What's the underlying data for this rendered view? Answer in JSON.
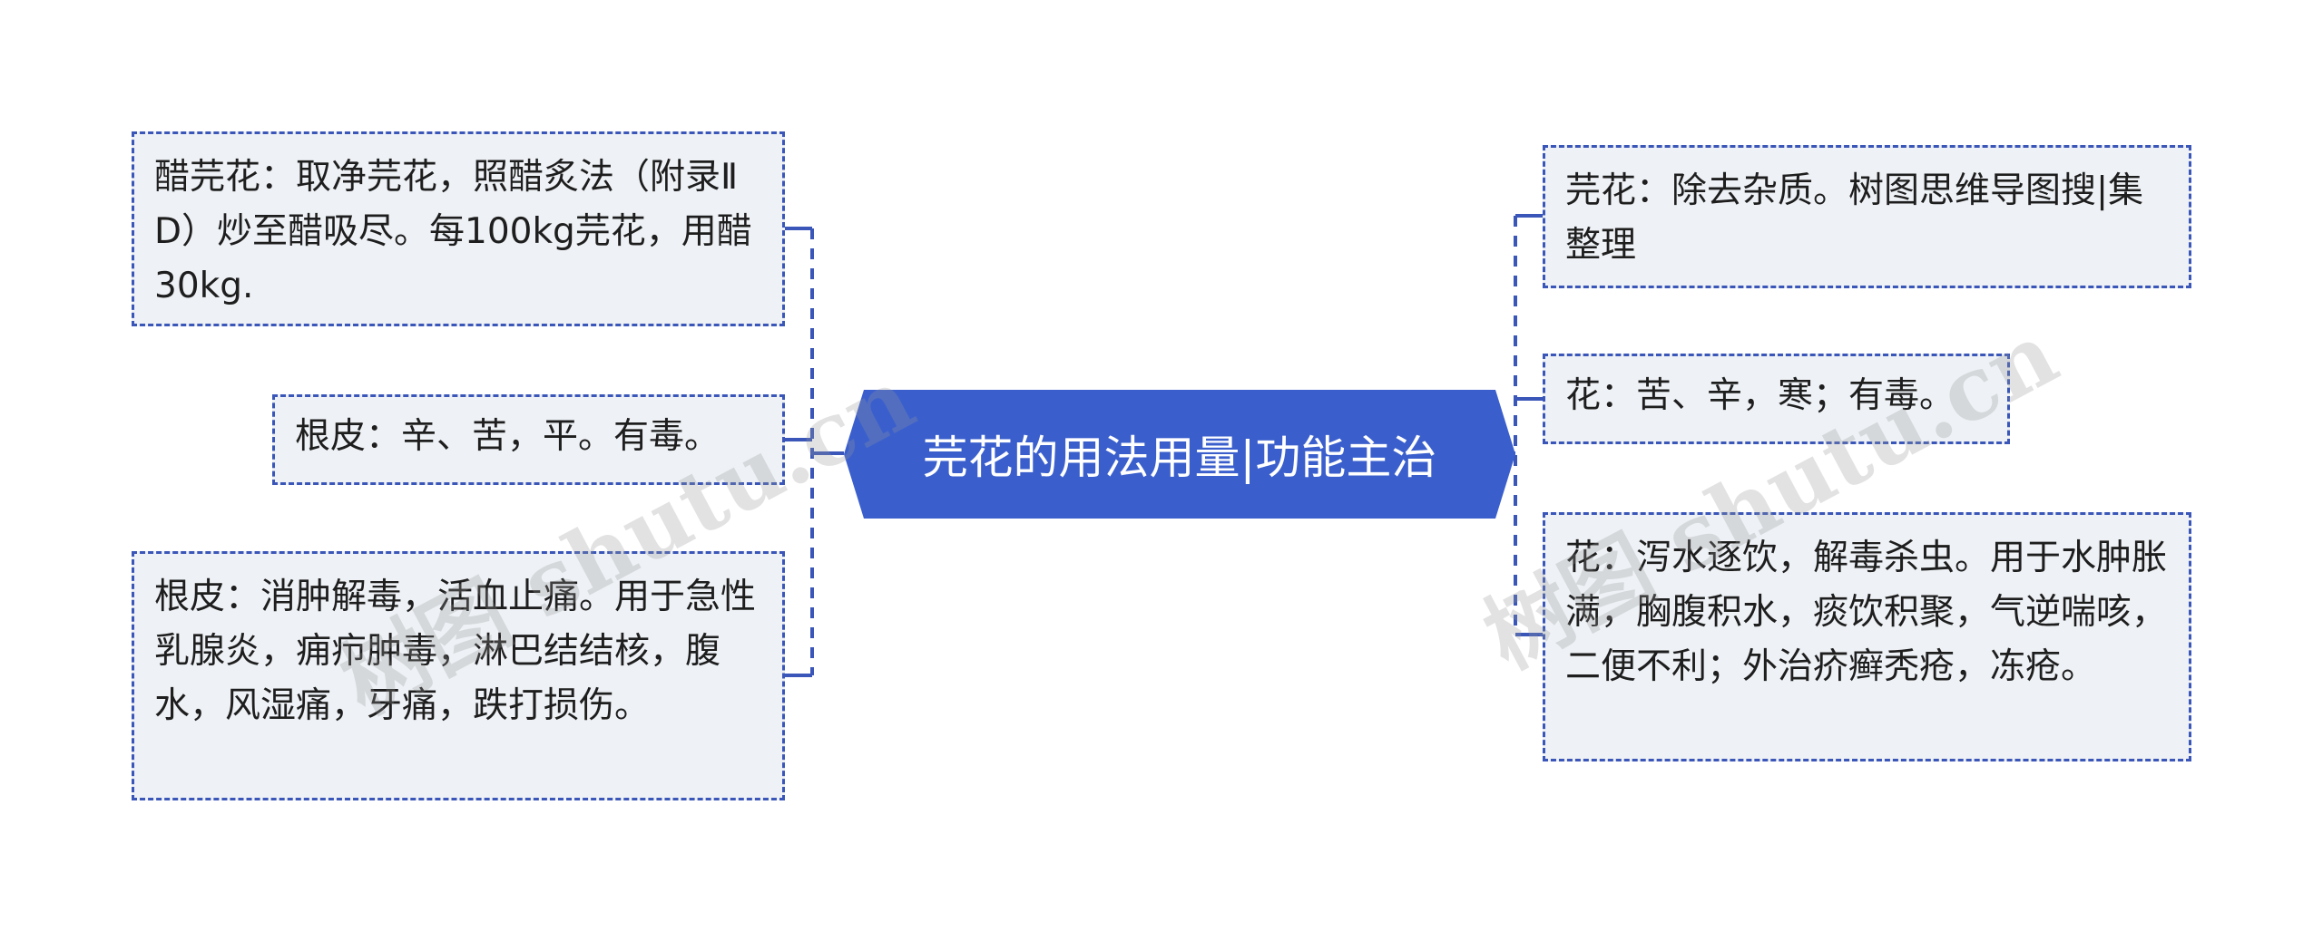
{
  "root": {
    "label": "芫花的用法用量|功能主治"
  },
  "left_nodes": [
    {
      "text": "醋芫花：取净芫花，照醋炙法（附录Ⅱ D）炒至醋吸尽。每100kg芫花，用醋30kg."
    },
    {
      "text": "根皮：辛、苦，平。有毒。"
    },
    {
      "text": "根皮：消肿解毒，活血止痛。用于急性乳腺炎，痈疖肿毒，淋巴结结核，腹水，风湿痛，牙痛，跌打损伤。"
    }
  ],
  "right_nodes": [
    {
      "text": "芫花：除去杂质。树图思维导图搜|集整理"
    },
    {
      "text": "花：苦、辛，寒；有毒。"
    },
    {
      "text": "花：泻水逐饮，解毒杀虫。用于水肿胀满，胸腹积水，痰饮积聚，气逆喘咳，二便不利；外治疥癣秃疮，冻疮。"
    }
  ],
  "watermarks": [
    "树图 shutu.cn",
    "树图 shutu.cn"
  ],
  "colors": {
    "root_fill": "#3a5fcd",
    "connector": "#3a56b8",
    "node_fill": "#eef1f5",
    "node_border": "#3a56b8"
  }
}
